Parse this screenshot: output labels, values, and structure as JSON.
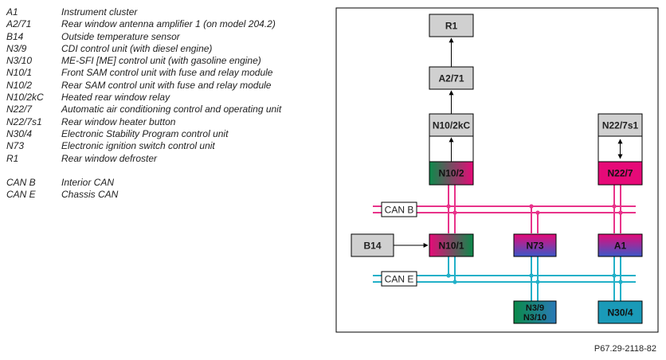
{
  "legend": {
    "items": [
      {
        "code": "A1",
        "desc": "Instrument cluster"
      },
      {
        "code": "A2/71",
        "desc": "Rear window antenna amplifier 1 (on model 204.2)"
      },
      {
        "code": "B14",
        "desc": "Outside temperature sensor"
      },
      {
        "code": "N3/9",
        "desc": "CDI control unit (with diesel engine)"
      },
      {
        "code": "N3/10",
        "desc": "ME-SFI [ME] control unit (with gasoline engine)"
      },
      {
        "code": "N10/1",
        "desc": "Front SAM control unit with fuse and relay module"
      },
      {
        "code": "N10/2",
        "desc": "Rear SAM control unit with fuse and relay module"
      },
      {
        "code": "N10/2kC",
        "desc": "Heated rear window relay"
      },
      {
        "code": "N22/7",
        "desc": "Automatic air conditioning control and operating unit"
      },
      {
        "code": "N22/7s1",
        "desc": "Rear window heater button"
      },
      {
        "code": "N30/4",
        "desc": "Electronic Stability Program control unit"
      },
      {
        "code": "N73",
        "desc": "Electronic ignition switch control unit"
      },
      {
        "code": "R1",
        "desc": "Rear window defroster"
      }
    ],
    "buses": [
      {
        "code": "CAN B",
        "desc": "Interior CAN"
      },
      {
        "code": "CAN E",
        "desc": "Chassis CAN"
      }
    ]
  },
  "diagram": {
    "bus_labels": {
      "can_b": "CAN B",
      "can_e": "CAN E"
    },
    "nodes": {
      "r1": "R1",
      "a2_71": "A2/71",
      "n10_2kc": "N10/2kC",
      "n10_2": "N10/2",
      "n22_7s1": "N22/7s1",
      "n22_7": "N22/7",
      "b14": "B14",
      "n10_1": "N10/1",
      "n73": "N73",
      "a1": "A1",
      "n3_9": "N3/9",
      "n3_10": "N3/10",
      "n30_4": "N30/4"
    },
    "colors": {
      "can_b_line": "#e8338a",
      "can_e_line": "#22b0c8",
      "gray_box": "#d0d0d0",
      "magenta": "#e60a78",
      "green": "#0b8a4a",
      "blue": "#3b58c8",
      "teal": "#1a9ab8"
    }
  },
  "figure_ref": "P67.29-2118-82"
}
